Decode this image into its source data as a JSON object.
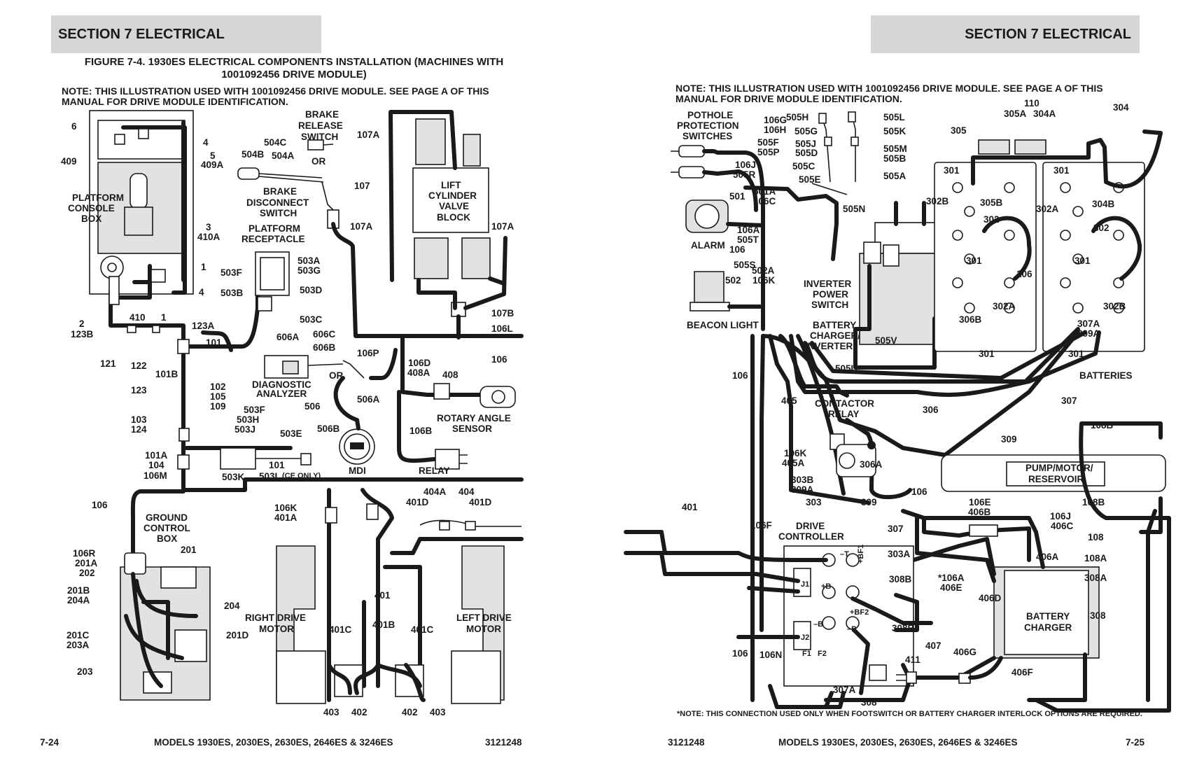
{
  "left_page": {
    "section_header": "SECTION 7   ELECTRICAL",
    "figure_title": "FIGURE 7-4. 1930ES ELECTRICAL COMPONENTS INSTALLATION (MACHINES WITH 1001092456 DRIVE MODULE)",
    "note": "NOTE: THIS ILLUSTRATION USED WITH 1001092456 DRIVE MODULE.  SEE PAGE A OF THIS MANUAL FOR DRIVE MODULE IDENTIFICATION.",
    "component_labels": {
      "platform_console_box": [
        "PLATFORM",
        "CONSOLE",
        "BOX"
      ],
      "brake_release_switch": [
        "BRAKE",
        "RELEASE",
        "SWITCH"
      ],
      "brake_disconnect_switch": [
        "BRAKE",
        "DISCONNECT",
        "SWITCH"
      ],
      "platform_receptacle": [
        "PLATFORM",
        "RECEPTACLE"
      ],
      "lift_cylinder_valve_block": [
        "LIFT",
        "CYLINDER",
        "VALVE",
        "BLOCK"
      ],
      "diagnostic_analyzer": [
        "DIAGNOSTIC",
        "ANALYZER"
      ],
      "rotary_angle_sensor": [
        "ROTARY ANGLE",
        "SENSOR"
      ],
      "relay": "RELAY",
      "mdi": "MDI",
      "ground_control_box": [
        "GROUND",
        "CONTROL",
        "BOX"
      ],
      "right_drive_motor": [
        "RIGHT DRIVE",
        "MOTOR"
      ],
      "left_drive_motor": [
        "LEFT DRIVE",
        "MOTOR"
      ],
      "or_1": "OR",
      "or_2": "OR",
      "ce_only": "(CE ONLY)"
    },
    "callouts": {
      "c6": "6",
      "c4a": "4",
      "c5": "5",
      "c409a": "409A",
      "c409": "409",
      "c3": "3",
      "c410a": "410A",
      "c1a": "1",
      "c4b": "4",
      "c410": "410",
      "c1b": "1",
      "c2": "2",
      "c123b": "123B",
      "c121": "121",
      "c122": "122",
      "c123": "123",
      "c101b": "101B",
      "c123a": "123A",
      "c101": "101",
      "c102": "102",
      "c105": "105",
      "c109": "109",
      "c103": "103",
      "c124": "124",
      "c101a": "101A",
      "c104": "104",
      "c106m": "106M",
      "c106a": "106",
      "c504c": "504C",
      "c504b": "504B",
      "c504a": "504A",
      "c503f": "503F",
      "c503b": "503B",
      "c503a": "503A",
      "c503g": "503G",
      "c503d": "503D",
      "c503c": "503C",
      "c107a1": "107A",
      "c107": "107",
      "c107a2": "107A",
      "c107a3": "107A",
      "c107b": "107B",
      "c106l": "106L",
      "c106b": "106",
      "c606a": "606A",
      "c606c": "606C",
      "c606b": "606B",
      "c106p": "106P",
      "c506a": "506A",
      "c506": "506",
      "c506b": "506B",
      "c106d": "106D",
      "c408a": "408A",
      "c408": "408",
      "c106b2": "106B",
      "c503f2": "503F",
      "c503h": "503H",
      "c503j": "503J",
      "c503e": "503E",
      "c503k": "503K",
      "c101c": "101",
      "c503l": "503L",
      "c106k": "106K",
      "c401a": "401A",
      "c404a": "404A",
      "c404": "404",
      "c401d1": "401D",
      "c401d2": "401D",
      "c106r": "106R",
      "c201a": "201A",
      "c202": "202",
      "c201": "201",
      "c201b": "201B",
      "c204a": "204A",
      "c204": "204",
      "c201c": "201C",
      "c203a": "203A",
      "c201d": "201D",
      "c203": "203",
      "c401": "401",
      "c401c1": "401C",
      "c401b": "401B",
      "c401c2": "401C",
      "c403a": "403",
      "c402a": "402",
      "c402b": "402",
      "c403b": "403"
    },
    "footer": {
      "page": "7-24",
      "models": "MODELS 1930ES, 2030ES, 2630ES, 2646ES & 3246ES",
      "doc": "3121248"
    }
  },
  "right_page": {
    "section_header": "SECTION 7   ELECTRICAL",
    "note": "NOTE: THIS ILLUSTRATION USED WITH 1001092456 DRIVE MODULE.  SEE PAGE A OF THIS MANUAL FOR DRIVE MODULE IDENTIFICATION.",
    "component_labels": {
      "pothole_protection_switches": [
        "POTHOLE",
        "PROTECTION",
        "SWITCHES"
      ],
      "alarm": "ALARM",
      "beacon_light": "BEACON LIGHT",
      "inverter_power_switch": [
        "INVERTER",
        "POWER",
        "SWITCH"
      ],
      "battery_charger_inverter": [
        "BATTERY",
        "CHARGER/",
        "INVERTER"
      ],
      "batteries": "BATTERIES",
      "contactor_relay": [
        "CONTACTOR",
        "RELAY"
      ],
      "pump_motor_reservoir": [
        "PUMP/MOTOR/",
        "RESERVOIR"
      ],
      "drive_controller": [
        "DRIVE",
        "CONTROLLER"
      ],
      "battery_charger": [
        "BATTERY",
        "CHARGER"
      ],
      "terminals": {
        "t": "–T",
        "bf1": "+BF1",
        "b_plus": "+B",
        "bf2": "+BF2",
        "b_minus": "–B",
        "p": "–P",
        "f1": "F1",
        "f2": "F2",
        "j1": "J1",
        "j2": "J2"
      }
    },
    "callouts": {
      "c106g": "106G",
      "c106h": "106H",
      "c505h": "505H",
      "c505l": "505L",
      "c505g": "505G",
      "c505k": "505K",
      "c505f": "505F",
      "c505p": "505P",
      "c505j": "505J",
      "c505d": "505D",
      "c505m": "505M",
      "c505b": "505B",
      "c505c": "505C",
      "c505e": "505E",
      "c505a": "505A",
      "c110": "110",
      "c305a": "305A",
      "c304a": "304A",
      "c304": "304",
      "c305": "305",
      "c106j": "106J",
      "c505r": "505R",
      "c501a": "501A",
      "c106c": "106C",
      "c501": "501",
      "c505n": "505N",
      "c106a": "106A",
      "c505t": "505T",
      "c106x": "106",
      "c505s": "505S",
      "c502a": "502A",
      "c106k": "106K",
      "c502": "502",
      "c301a": "301",
      "c305b": "305B",
      "c302b": "302B",
      "c302a2": "302",
      "c301b": "301",
      "c304b": "304B",
      "c302a": "302A",
      "c302c": "302",
      "c301c": "301",
      "c302e": "302A",
      "c301d": "301",
      "c302f": "302B",
      "c306b": "306B",
      "c301e": "301",
      "c106y": "106",
      "c307a": "307A",
      "c309a": "309A",
      "c301f": "301",
      "c505v": "505V",
      "c505u": "505U",
      "c106z": "106",
      "c405": "405",
      "c306": "306",
      "c307": "307",
      "c309": "309",
      "c106k2": "106K",
      "c405a": "405A",
      "c306a": "306A",
      "c303b": "303B",
      "c309a2": "309A",
      "c303": "303",
      "c309b": "309",
      "c108b": "108B",
      "c106w": "106",
      "c106e": "106E",
      "c406b": "406B",
      "c108b2": "108B",
      "c106j2": "106J",
      "c406c": "406C",
      "c108": "108",
      "c401": "401",
      "c106f": "106F",
      "c307b": "307",
      "c303a": "303A",
      "c106a2": "*106A",
      "c406e": "406E",
      "c406a": "406A",
      "c108a": "108A",
      "c308b": "308B",
      "c406d": "406D",
      "c308a": "308A",
      "c308": "308",
      "c308b2": "308B",
      "c106v": "106",
      "c106n": "106N",
      "c407": "407",
      "c406g": "406G",
      "c411": "411",
      "c406f": "406F",
      "c307a2": "307A",
      "c308c": "308"
    },
    "footnote": "*NOTE: THIS CONNECTION USED ONLY WHEN FOOTSWITCH OR BATTERY CHARGER INTERLOCK OPTIONS ARE REQUIRED.",
    "footer": {
      "doc": "3121248",
      "models": "MODELS 1930ES, 2030ES, 2630ES, 2646ES & 3246ES",
      "page": "7-25"
    }
  }
}
